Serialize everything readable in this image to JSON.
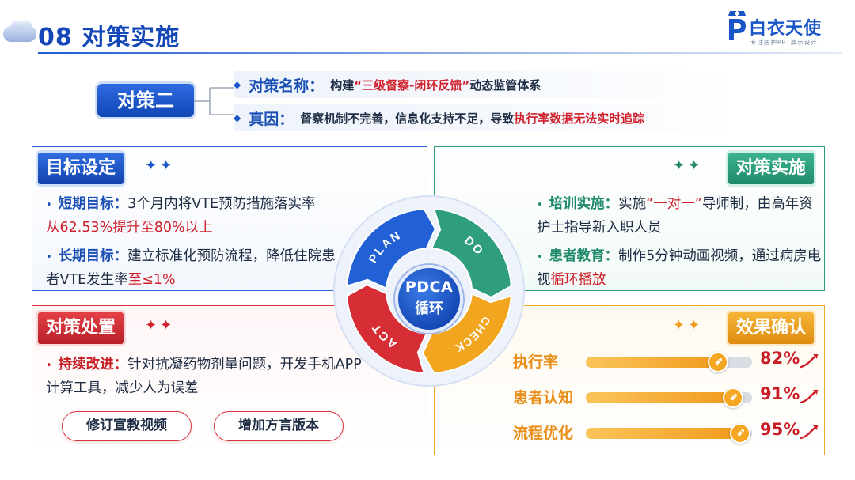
{
  "header": {
    "title": "08 对策实施",
    "logo_main": "白衣天使",
    "logo_sub": "专注医护PPT演示设计"
  },
  "measure": {
    "badge": "对策二",
    "rows": [
      {
        "label": "对策名称：",
        "text_pre": "构建",
        "highlight": "“三级督察-闭环反馈”",
        "text_post": "动态监管体系"
      },
      {
        "label": "真因：",
        "text_pre": "督察机制不完善，信息化支持不足，导致",
        "highlight": "执行率数据无法实时追踪",
        "text_post": ""
      }
    ]
  },
  "panels": {
    "goal": {
      "title": "目标设定",
      "stars": "✦✦",
      "items": [
        {
          "bullet": "•",
          "label": "短期目标：",
          "text": "3个月内将VTE预防措施落实率",
          "highlight": "从62.53%提升至80%以上"
        },
        {
          "bullet": "•",
          "label": "长期目标：",
          "text": "建立标准化预防流程，降低住院患者VTE发生率",
          "highlight": "至≤1%"
        }
      ]
    },
    "implement": {
      "title": "对策实施",
      "stars": "✦✦",
      "items": [
        {
          "bullet": "•",
          "label": "培训实施：",
          "text_pre": "实施",
          "highlight": "“一对一”",
          "text_post": "导师制，由高年资护士指导新入职人员"
        },
        {
          "bullet": "•",
          "label": "患者教育：",
          "text_pre": "制作5分钟动画视频，通过病房电视",
          "highlight": "循环播放",
          "text_post": ""
        }
      ]
    },
    "handle": {
      "title": "对策处置",
      "stars": "✦✦",
      "items": [
        {
          "bullet": "•",
          "label": "持续改进：",
          "text": "针对抗凝药物剂量问题，开发手机APP计算工具，减少人为误差"
        }
      ],
      "buttons": [
        "修订宣教视频",
        "增加方言版本"
      ]
    },
    "effect": {
      "title": "效果确认",
      "stars": "✦✦",
      "metrics": [
        {
          "label": "执行率",
          "value": 82,
          "display": "82%"
        },
        {
          "label": "患者认知",
          "value": 91,
          "display": "91%"
        },
        {
          "label": "流程优化",
          "value": 95,
          "display": "95%"
        }
      ]
    }
  },
  "pdca": {
    "center_line1": "PDCA",
    "center_line2": "循环",
    "segments": [
      {
        "label": "PLAN",
        "color": "#2260d6"
      },
      {
        "label": "DO",
        "color": "#2f9e7e"
      },
      {
        "label": "CHECK",
        "color": "#f2a51f"
      },
      {
        "label": "ACT",
        "color": "#d72d35"
      }
    ]
  }
}
